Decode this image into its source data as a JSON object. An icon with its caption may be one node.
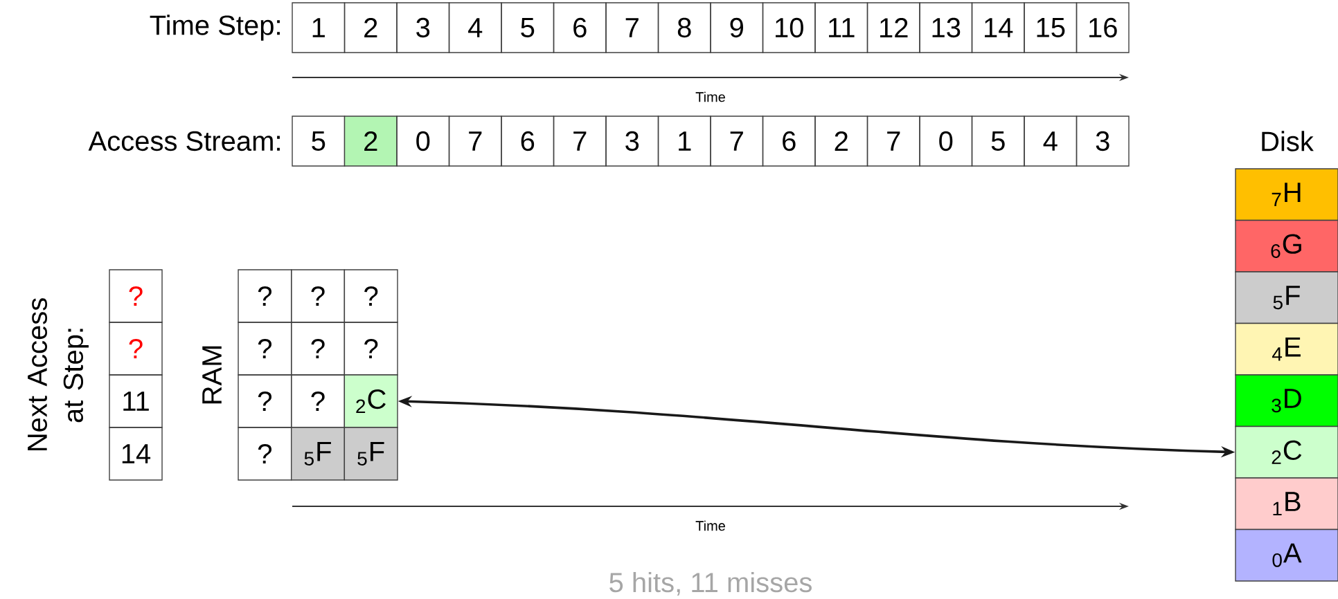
{
  "diagram": {
    "nodes": [
      {
        "text": [
          "1"
        ]
      },
      {
        "text": [
          "2"
        ]
      },
      {
        "text": [
          "3"
        ]
      },
      {
        "text": [
          "4"
        ]
      },
      {
        "text": [
          "5"
        ]
      },
      {
        "text": [
          "6"
        ]
      },
      {
        "text": [
          "7"
        ]
      },
      {
        "text": [
          "8"
        ]
      },
      {
        "text": [
          "9"
        ]
      },
      {
        "text": [
          "10"
        ]
      },
      {
        "text": [
          "11"
        ]
      },
      {
        "text": [
          "12"
        ]
      },
      {
        "text": [
          "13"
        ]
      },
      {
        "text": [
          "14"
        ]
      },
      {
        "text": [
          "15"
        ]
      },
      {
        "text": [
          "16"
        ]
      },
      {
        "text": [
          "5"
        ]
      },
      {
        "text": [
          "2"
        ]
      },
      {
        "text": [
          "0"
        ]
      },
      {
        "text": [
          "7"
        ]
      },
      {
        "text": [
          "6"
        ]
      },
      {
        "text": [
          "7"
        ]
      },
      {
        "text": [
          "3"
        ]
      },
      {
        "text": [
          "1"
        ]
      },
      {
        "text": [
          "7"
        ]
      },
      {
        "text": [
          "6"
        ]
      },
      {
        "text": [
          "2"
        ]
      },
      {
        "text": [
          "7"
        ]
      },
      {
        "text": [
          "0"
        ]
      },
      {
        "text": [
          "5"
        ]
      },
      {
        "text": [
          "4"
        ]
      },
      {
        "text": [
          "3"
        ]
      },
      {
        "text": [
          "?"
        ]
      },
      {
        "text": [
          "?"
        ]
      },
      {
        "text": [
          "11"
        ]
      },
      {
        "text": [
          "14"
        ]
      },
      {
        "text": [
          "?"
        ]
      },
      {
        "text": [
          "?"
        ]
      },
      {
        "text": [
          "?"
        ]
      },
      {
        "text": [
          "?"
        ]
      },
      {
        "text": [
          "?"
        ]
      },
      {
        "text": [
          "?"
        ]
      },
      {
        "text": [
          "?"
        ]
      },
      {
        "text": [
          "?"
        ]
      },
      {
        "text": [
          "$_{2}$C"
        ]
      },
      {
        "text": [
          "?"
        ]
      },
      {
        "text": [
          "$_{5}$F"
        ]
      },
      {
        "text": [
          "$_{5}$F"
        ]
      },
      {
        "text": [
          "$_{7}$H"
        ]
      },
      {
        "text": [
          "$_{6}$G"
        ]
      },
      {
        "text": [
          "$_{5}$F"
        ]
      },
      {
        "text": [
          "$_{4}$E"
        ]
      },
      {
        "text": [
          "$_{3}$D"
        ]
      },
      {
        "text": [
          "$_{2}$C"
        ]
      },
      {
        "text": [
          "$_{1}$B"
        ]
      },
      {
        "text": [
          "$_{0}$A"
        ]
      }
    ],
    "edges": [
      {
        "from": 44,
        "to": 53,
        "arrow": "both"
      }
    ],
    "labels": [
      "Time Step:",
      "Time",
      "Access Stream:",
      "Next Access at Step:",
      "RAM",
      "Time",
      "Disk",
      "5 hits, 11 misses"
    ]
  }
}
